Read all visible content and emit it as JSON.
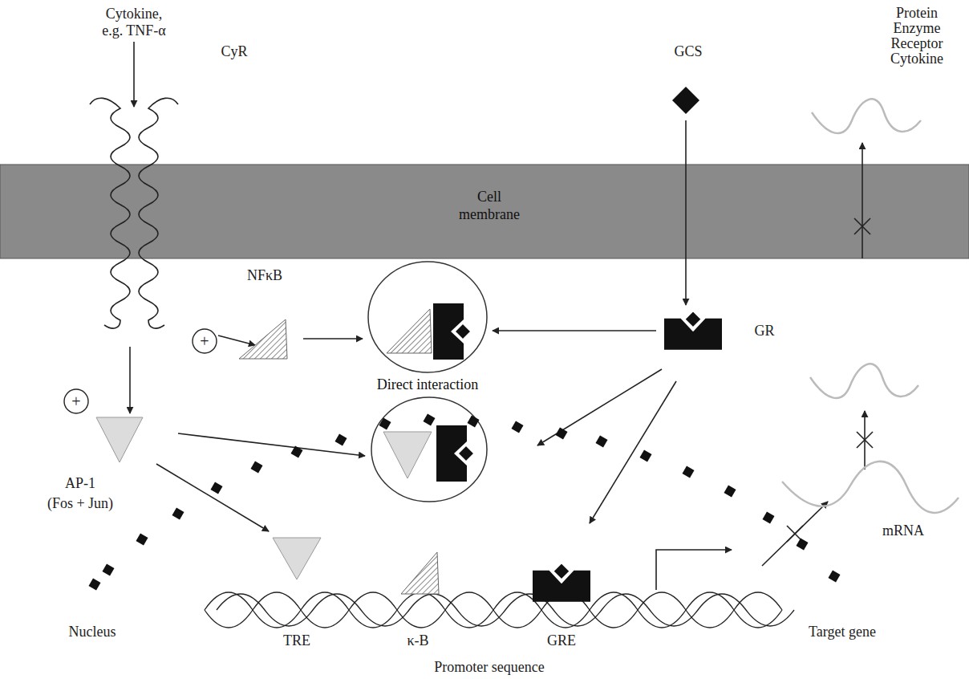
{
  "diagram": {
    "nodes": [
      {
        "text": [
          "Cell membrane"
        ]
      },
      {
        "text": [
          "Direct interaction"
        ]
      }
    ],
    "labels": [
      "Cytokine,",
      "e.g. TNF-α",
      "GCS",
      "Protein",
      "Enzyme",
      "Receptor",
      "Cytokine",
      "CyR",
      "NFκB",
      "+",
      "GR",
      "+",
      "AP-1",
      "(Fos + Jun)",
      "mRNA",
      "Nucleus",
      "TRE",
      "κ-B",
      "GRE",
      "Target gene",
      "Promoter sequence"
    ]
  }
}
